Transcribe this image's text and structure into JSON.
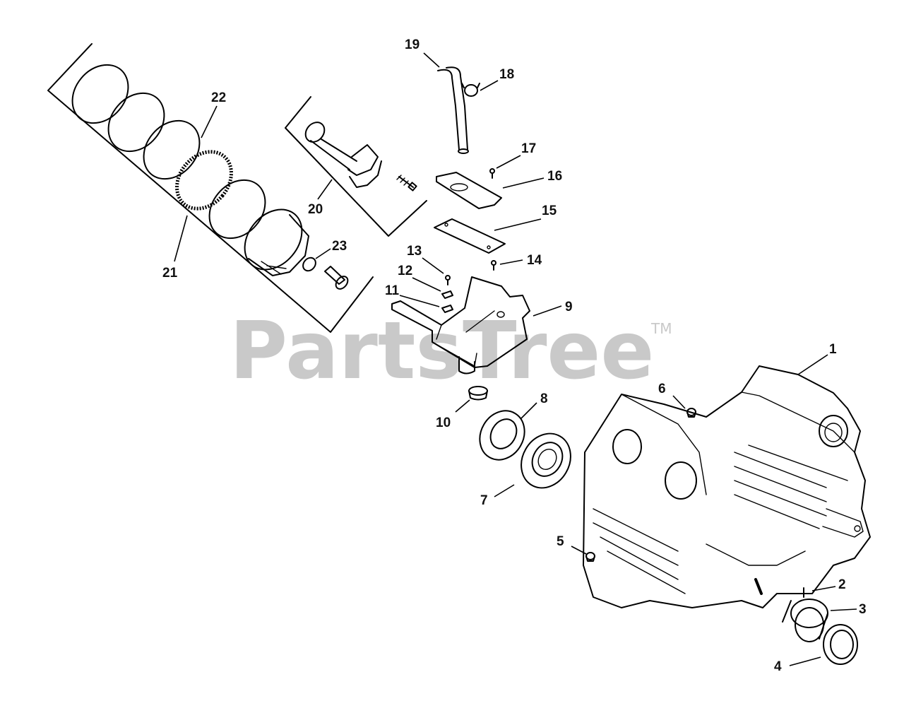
{
  "watermark": {
    "text": "PartsTree",
    "tm": "TM"
  },
  "callouts": [
    {
      "n": "1",
      "part": "crankcase"
    },
    {
      "n": "2",
      "part": "dowel-pin"
    },
    {
      "n": "3",
      "part": "sleeve-bearing"
    },
    {
      "n": "4",
      "part": "oil-seal"
    },
    {
      "n": "5",
      "part": "plug"
    },
    {
      "n": "6",
      "part": "plug"
    },
    {
      "n": "7",
      "part": "ball-bearing"
    },
    {
      "n": "8",
      "part": "oil-seal"
    },
    {
      "n": "9",
      "part": "breather-cover"
    },
    {
      "n": "10",
      "part": "grommet"
    },
    {
      "n": "11",
      "part": "reed"
    },
    {
      "n": "12",
      "part": "reed-stop"
    },
    {
      "n": "13",
      "part": "screw"
    },
    {
      "n": "14",
      "part": "screw"
    },
    {
      "n": "15",
      "part": "gasket"
    },
    {
      "n": "16",
      "part": "breather-cover-plate"
    },
    {
      "n": "17",
      "part": "screw"
    },
    {
      "n": "18",
      "part": "clamp"
    },
    {
      "n": "19",
      "part": "breather-hose"
    },
    {
      "n": "20",
      "part": "connecting-rod-kit"
    },
    {
      "n": "21",
      "part": "piston-ring-set"
    },
    {
      "n": "22",
      "part": "piston-ring"
    },
    {
      "n": "23",
      "part": "retaining-ring"
    }
  ]
}
